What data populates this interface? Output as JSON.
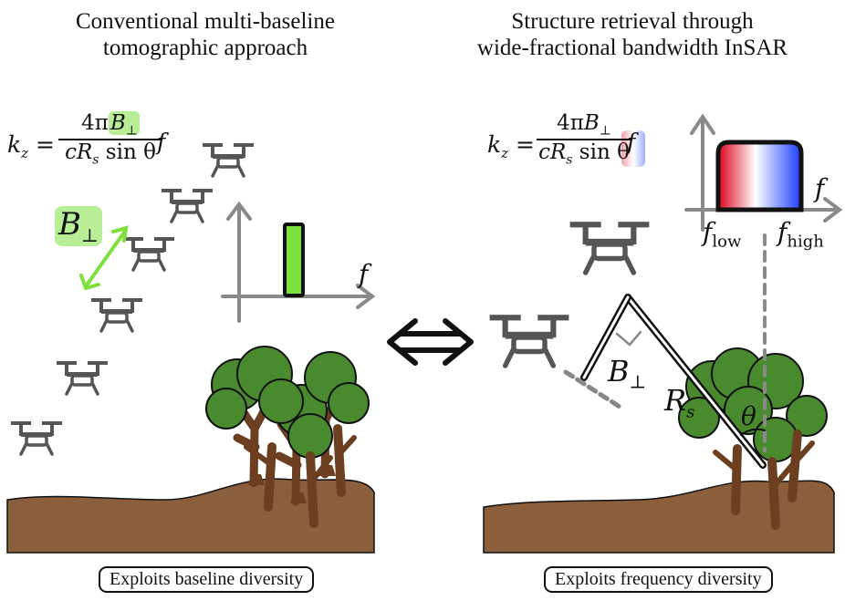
{
  "left_panel": {
    "title_line1": "Conventional multi-baseline",
    "title_line2": "tomographic approach",
    "equation": {
      "lhs": "k",
      "lhs_sub": "z",
      "equals": "=",
      "num_coef": "4π",
      "num_var": "B",
      "num_sub": "⊥",
      "den": "cR",
      "den_sub": "s",
      "den_tail": " sin θ",
      "tail": "f"
    },
    "baseline_label": "B",
    "baseline_sub": "⊥",
    "spectrum_axis_label": "f",
    "caption": "Exploits baseline diversity"
  },
  "right_panel": {
    "title_line1": "Structure retrieval through",
    "title_line2": "wide-fractional bandwidth InSAR",
    "equation": {
      "lhs": "k",
      "lhs_sub": "z",
      "equals": "=",
      "num_coef": "4π",
      "num_var": "B",
      "num_sub": "⊥",
      "den": "cR",
      "den_sub": "s",
      "den_tail": " sin θ",
      "tail": "f"
    },
    "spectrum_axis_label": "f",
    "f_low": "f",
    "f_low_sub": "low",
    "f_high": "f",
    "f_high_sub": "high",
    "baseline_label": "B",
    "baseline_sub": "⊥",
    "range_label": "R",
    "range_sub": "s",
    "angle_label": "θ",
    "caption": "Exploits frequency diversity"
  },
  "colors": {
    "accent_green": "#7ee03a",
    "highlight_green": "#b7ee96",
    "drone_gray": "#555555",
    "axis_gray": "#8a8a8a",
    "tree_green": "#4a8a2e",
    "trunk_brown": "#6b3f1f",
    "ground_brown": "#8b5e3c",
    "spectrum_red": "#e0001b",
    "spectrum_blue": "#1a3cff"
  }
}
